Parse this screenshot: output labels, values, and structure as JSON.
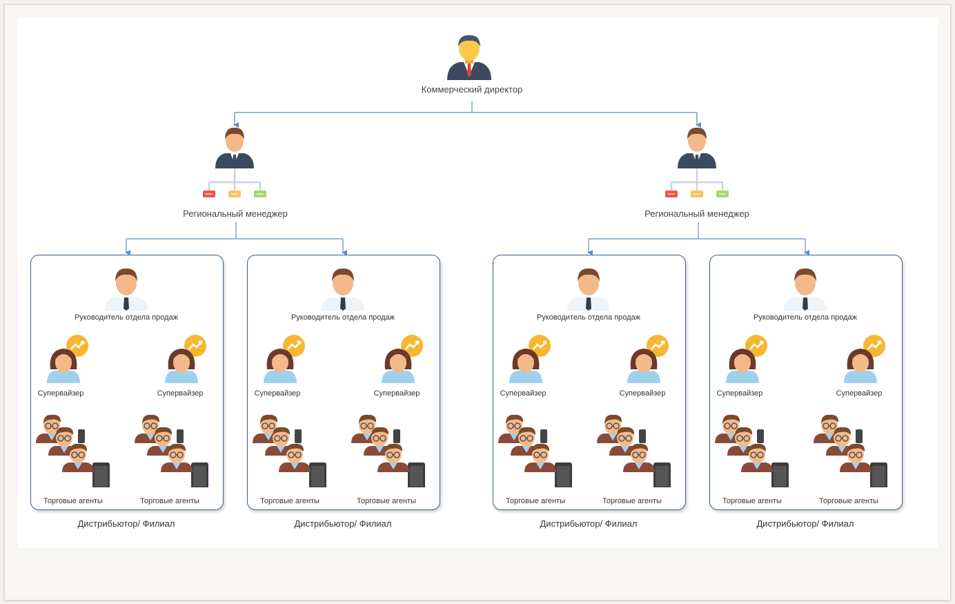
{
  "director": {
    "title": "Коммерческий директор"
  },
  "regions": [
    {
      "title": "Региональный менеджер",
      "branches": [
        {
          "head": "Руководитель отдела продаж",
          "supervisors": [
            "Супервайзер",
            "Супервайзер"
          ],
          "agents": [
            "Торговые агенты",
            "Торговые агенты"
          ],
          "caption": "Дистрибьютор/ Филиал"
        },
        {
          "head": "Руководитель отдела продаж",
          "supervisors": [
            "Супервайзер",
            "Супервайзер"
          ],
          "agents": [
            "Торговые агенты",
            "Торговые агенты"
          ],
          "caption": "Дистрибьютор/ Филиал"
        }
      ]
    },
    {
      "title": "Региональный менеджер",
      "branches": [
        {
          "head": "Руководитель отдела продаж",
          "supervisors": [
            "Супервайзер",
            "Супервайзер"
          ],
          "agents": [
            "Торговые агенты",
            "Торговые агенты"
          ],
          "caption": "Дистрибьютор/ Филиал"
        },
        {
          "head": "Руководитель отдела продаж",
          "supervisors": [
            "Супервайзер",
            "Супервайзер"
          ],
          "agents": [
            "Торговые агенты",
            "Торговые агенты"
          ],
          "caption": "Дистрибьютор/ Филиал"
        }
      ]
    }
  ],
  "colors": {
    "connector": "#5b8fc9",
    "box_border": "#3f5f8f",
    "suit": "#3b4a5f",
    "skin": "#f4b98a",
    "hair": "#7a4a2e",
    "director_skin": "#f9c94f",
    "shirt_blue": "#9fd1ee",
    "agent_jacket": "#8a4a3a",
    "badge": "#f7b733"
  }
}
